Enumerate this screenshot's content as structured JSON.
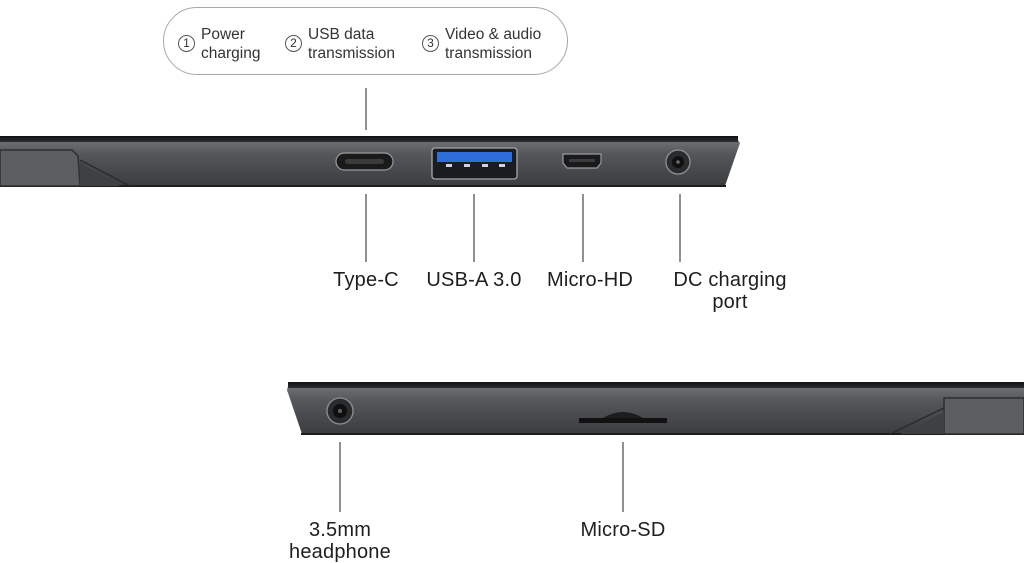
{
  "features": [
    {
      "number": "1",
      "label": "Power\ncharging"
    },
    {
      "number": "2",
      "label": "USB data\ntransmission"
    },
    {
      "number": "3",
      "label": "Video & audio\ntransmission"
    }
  ],
  "top_ports": [
    {
      "label": "Type-C"
    },
    {
      "label": "USB-A 3.0"
    },
    {
      "label": "Micro-HD"
    },
    {
      "label": "DC charging\nport"
    }
  ],
  "bottom_ports": [
    {
      "label": "3.5mm\nheadphone"
    },
    {
      "label": "Micro-SD"
    }
  ],
  "colors": {
    "device_body": "#4a4c4e",
    "usb_blue": "#2f6ed8",
    "leader_line": "#555555",
    "callout_border": "#a8a8a8"
  }
}
